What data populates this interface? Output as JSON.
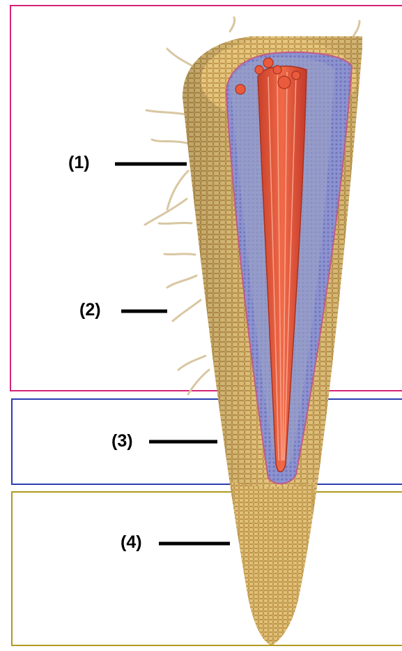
{
  "labels": {
    "l1": "(1)",
    "l2": "(2)",
    "l3": "(3)",
    "l4": "(4)"
  },
  "colors": {
    "region_1_border": "#d4237a",
    "region_3_border": "#2b3fb0",
    "region_4_border": "#b29a1e",
    "epidermis": "#d9b56a",
    "cortex": "#7e86c8",
    "vascular": "#e9573a"
  }
}
